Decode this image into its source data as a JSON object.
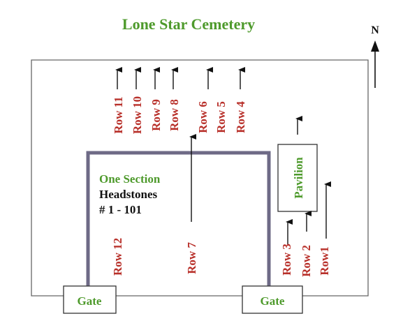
{
  "title": "Lone Star Cemetery",
  "north_label": "N",
  "section": {
    "name": "One Section",
    "line1": "Headstones",
    "line2": "# 1 - 101"
  },
  "pavilion": "Pavilion",
  "gates": [
    "Gate",
    "Gate"
  ],
  "rows": {
    "row11": "Row 11",
    "row10": "Row 10",
    "row9": "Row 9",
    "row8": "Row 8",
    "row6": "Row 6",
    "row5": "Row 5",
    "row4": "Row 4",
    "row12": "Row 12",
    "row7": "Row 7",
    "row3": "Row 3",
    "row2": "Row 2",
    "row1": "Row1"
  },
  "colors": {
    "green": "#4e9a2c",
    "red": "#b8302a",
    "section_border": "#6e6a86"
  },
  "icons": [
    "north-arrow-icon",
    "arrow-up-icon"
  ]
}
